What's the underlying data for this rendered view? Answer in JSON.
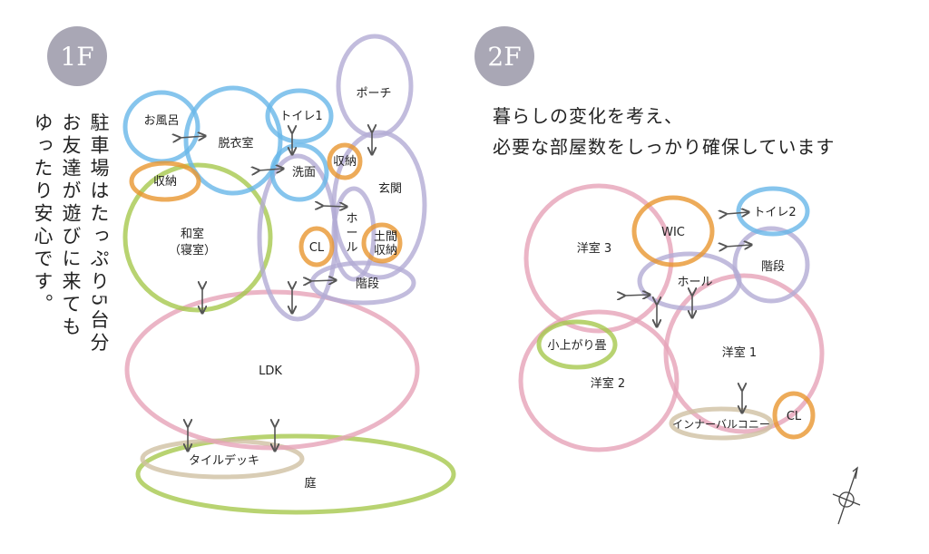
{
  "floor1": {
    "badge": "1F",
    "description": [
      "駐車場はたっぷり5台分",
      "お友達が遊びに来ても",
      "ゆったり安心です。"
    ],
    "rooms": {
      "bath": "お風呂",
      "dressing": "脱衣室",
      "toilet1": "トイレ1",
      "washroom": "洗面",
      "porch": "ポーチ",
      "storage_bath": "収納",
      "storage_hall": "収納",
      "entrance": "玄関",
      "hall_chars": [
        "ホ",
        "ー",
        "ル"
      ],
      "closet": "CL",
      "doma_storage": [
        "土間",
        "収納"
      ],
      "stairs": "階段",
      "washitsu": [
        "和室",
        "（寝室）"
      ],
      "ldk": "LDK",
      "tile_deck": "タイルデッキ",
      "garden": "庭"
    }
  },
  "floor2": {
    "badge": "2F",
    "heading": [
      "暮らしの変化を考え、",
      "必要な部屋数をしっかり確保しています"
    ],
    "rooms": {
      "western3": "洋室 3",
      "wic": "WIC",
      "toilet2": "トイレ2",
      "stairs": "階段",
      "hall": "ホール",
      "tatami": "小上がり畳",
      "western1": "洋室 1",
      "western2": "洋室 2",
      "balcony": "インナーバルコニー",
      "closet": "CL"
    }
  },
  "colors": {
    "water": "#68b6e8",
    "circulation": "#b3abd4",
    "storage": "#e8962f",
    "washitsu": "#a6c84e",
    "living": "#e6a2b8",
    "exterior": "#cfc0a2"
  }
}
